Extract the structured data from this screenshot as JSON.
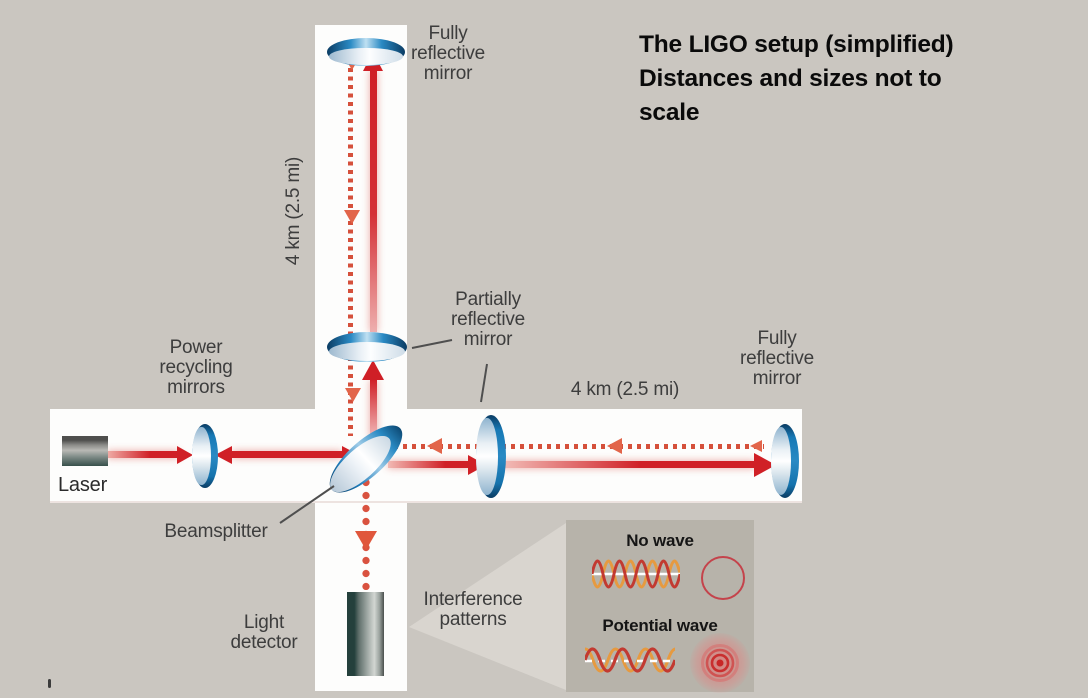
{
  "title": {
    "lines": [
      "The LIGO setup (simplified)",
      "Distances and sizes not to",
      "scale"
    ]
  },
  "labels": {
    "fully_reflective_mirror_top": [
      "Fully",
      "reflective",
      "mirror"
    ],
    "partially_reflective_mirror": [
      "Partially",
      "reflective",
      "mirror"
    ],
    "fully_reflective_mirror_right": [
      "Fully",
      "reflective",
      "mirror"
    ],
    "power_recycling_mirrors": [
      "Power",
      "recycling",
      "mirrors"
    ],
    "arm_length_vertical": "4 km (2.5 mi)",
    "arm_length_horizontal": "4 km (2.5 mi)",
    "beamsplitter": "Beamsplitter",
    "laser": "Laser",
    "light_detector": [
      "Light",
      "detector"
    ],
    "interference_patterns": [
      "Interference",
      "patterns"
    ]
  },
  "inset": {
    "no_wave_label": "No wave",
    "potential_wave_label": "Potential wave"
  },
  "colors": {
    "background": "#cac6c0",
    "arm_white": "#fdfdfc",
    "inset_background": "#b7b3aa",
    "wedge": "#d9d5cf",
    "beam_solid_red": "#d02026",
    "beam_dotted_red": "#d5503b",
    "arrowhead_orange": "#e2654a",
    "mirror_blue": "#1779b5",
    "wave_red": "#c23a31",
    "wave_orange": "#e69a40",
    "label_gray": "#3d3d3d",
    "title_black": "#0a0a0a"
  }
}
